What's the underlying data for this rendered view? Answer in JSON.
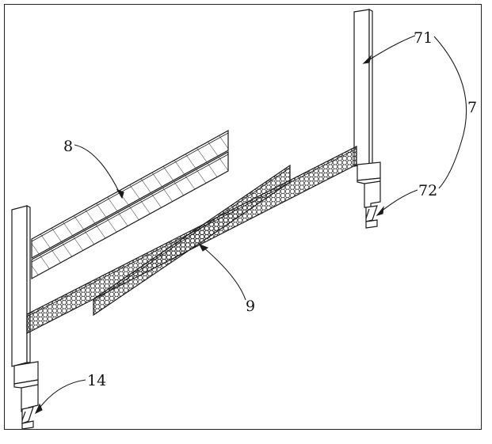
{
  "labels": {
    "l71": "71",
    "l7": "7",
    "l72": "72",
    "l8": "8",
    "l9": "9",
    "l14": "14"
  },
  "colors": {
    "line": "#1a1a1a",
    "background": "#ffffff"
  }
}
